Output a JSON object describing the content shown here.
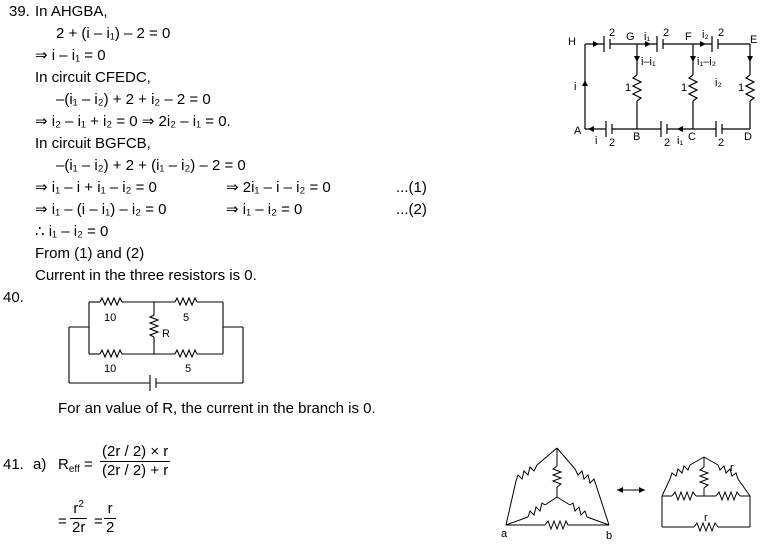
{
  "q39": {
    "number": "39.",
    "lines": [
      "In AHGBA,",
      "2 + (i – i₁) – 2 = 0",
      "⇒ i – i₁ = 0",
      "In circuit CFEDC,",
      "–(i₁ – i₂) + 2 + i₂ – 2 = 0",
      "⇒ i₂ – i₁ + i₂ = 0 ⇒ 2i₂ – i₁ = 0.",
      "In circuit BGFCB,",
      "–(i₁ – i₂) + 2 + (i₁ – i₂) – 2 = 0"
    ],
    "eq1_left": "⇒ i₁ – i + i₁ – i₂ = 0",
    "eq1_right": "⇒ 2i₁ – i – i₂ = 0",
    "eq1_tag": "...(1)",
    "eq2_left": "⇒ i₁ – (i – i₁) – i₂ = 0",
    "eq2_right": "⇒ i₁ – i₂ = 0",
    "eq2_tag": "...(2)",
    "therefore": "∴ i₁ – i₂ = 0",
    "from": "From (1) and (2)",
    "conclusion": "Current in the three resistors is 0.",
    "diagram": {
      "nodes": [
        "H",
        "G",
        "F",
        "E",
        "A",
        "B",
        "C",
        "D"
      ],
      "battery_labels": [
        "2",
        "2",
        "2",
        "2",
        "2",
        "2"
      ],
      "resistor_labels": [
        "1",
        "1",
        "1"
      ],
      "current_labels": [
        "i",
        "i₁",
        "i₂",
        "i–i₁",
        "i₁–i₂",
        "i₂",
        "i",
        "i₁"
      ]
    }
  },
  "q40": {
    "number": "40.",
    "resistors": [
      "10",
      "5",
      "10",
      "5",
      "R"
    ],
    "statement": "For an value of R, the current in the branch is 0."
  },
  "q41": {
    "number": "41.",
    "part": "a)",
    "reff_label": "R",
    "reff_sub": "eff",
    "frac1_num": "(2r / 2) × r",
    "frac1_den": "(2r / 2) + r",
    "frac2_num": "r",
    "frac2_num_sup": "2",
    "frac2_den": "2r",
    "frac3_num": "r",
    "frac3_den": "2",
    "diagram": {
      "left_labels": [
        "a",
        "b"
      ],
      "right_labels": [
        "r",
        "r"
      ],
      "arrow": "↔"
    }
  }
}
